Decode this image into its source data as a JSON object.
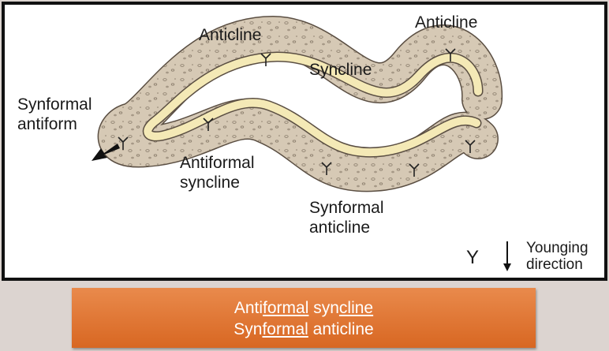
{
  "labels": {
    "anticline_left": "Anticline",
    "anticline_right": "Anticline",
    "syncline": "Syncline",
    "synformal_antiform": [
      "Synformal",
      "antiform"
    ],
    "antiformal_syncline": [
      "Antiformal",
      "syncline"
    ],
    "synformal_anticline": [
      "Synformal",
      "anticline"
    ]
  },
  "legend": {
    "symbol": "Y",
    "text": [
      "Younging",
      "direction"
    ]
  },
  "caption": {
    "line1": [
      {
        "text": "Anti",
        "underline": false
      },
      {
        "text": "formal",
        "underline": true
      },
      {
        "text": " syn",
        "underline": false
      },
      {
        "text": "cline",
        "underline": true
      }
    ],
    "line2": [
      {
        "text": "Syn",
        "underline": false
      },
      {
        "text": "formal",
        "underline": true
      },
      {
        "text": " anticline",
        "underline": false
      }
    ]
  },
  "colors": {
    "rock_layer": "#d6c9b5",
    "inner_layer": "#f4e9b6",
    "caption_bg": "#dd7130",
    "frame": "#111111"
  }
}
